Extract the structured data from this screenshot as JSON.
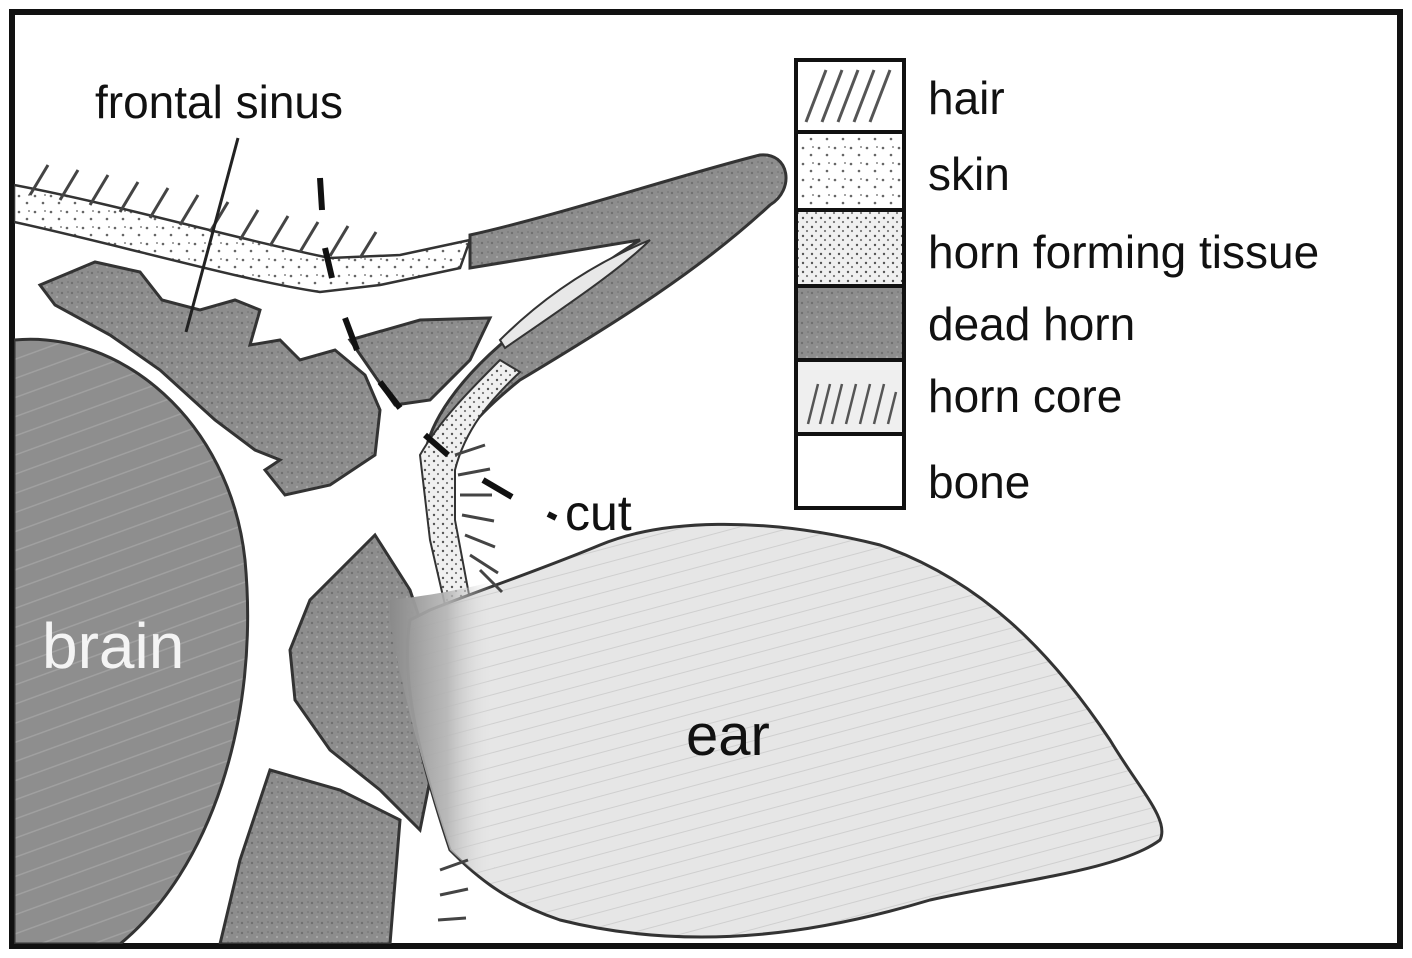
{
  "labels": {
    "frontal_sinus": "frontal sinus",
    "cut": "cut",
    "brain": "brain",
    "ear": "ear"
  },
  "legend": [
    {
      "label": "hair",
      "pattern": "hair"
    },
    {
      "label": "skin",
      "pattern": "skin"
    },
    {
      "label": "horn forming tissue",
      "pattern": "horn-forming"
    },
    {
      "label": "dead horn",
      "pattern": "dead-horn"
    },
    {
      "label": "horn core",
      "pattern": "horn-core"
    },
    {
      "label": "bone",
      "pattern": "bone"
    }
  ],
  "colors": {
    "tissue_dark": "#8c8c8c",
    "tissue_mid": "#a3a3a3",
    "ear_light": "#e4e4e4",
    "outline": "#333333",
    "background": "#ffffff"
  }
}
